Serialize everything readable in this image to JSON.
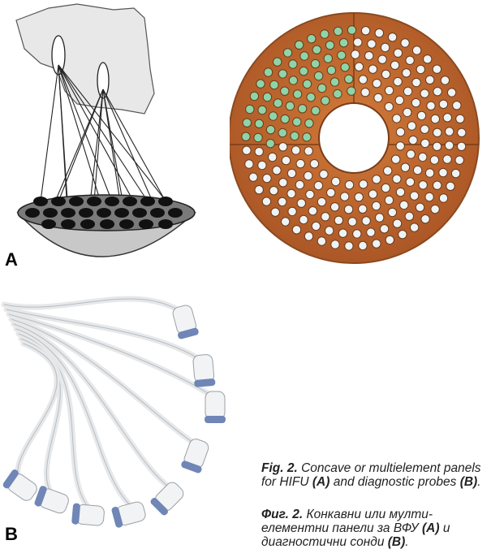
{
  "figure": {
    "panel_a_label": "A",
    "panel_b_label": "B",
    "caption_en": {
      "fig": "Fig. 2.",
      "part1": " Concave or multielement panels for HIFU ",
      "a": "(A)",
      "part2": " and diagnostic probes ",
      "b": "(B)",
      "end": "."
    },
    "caption_bg": {
      "fig": "Фиг. 2.",
      "part1": " Конкавни или мулти­елементни панели за ВФУ ",
      "a": "(А)",
      "part2": " и диагностични сонди ",
      "b": "(В)",
      "end": "."
    }
  },
  "colors": {
    "disc": "#c46a2e",
    "disc_dark": "#9a4e1f",
    "element_green": "#8fd4a9",
    "element_white": "#eef3f5",
    "bowl": "#bdbdbd",
    "cable": "#e6e8ea",
    "probe_tip": "#6f86b6"
  }
}
